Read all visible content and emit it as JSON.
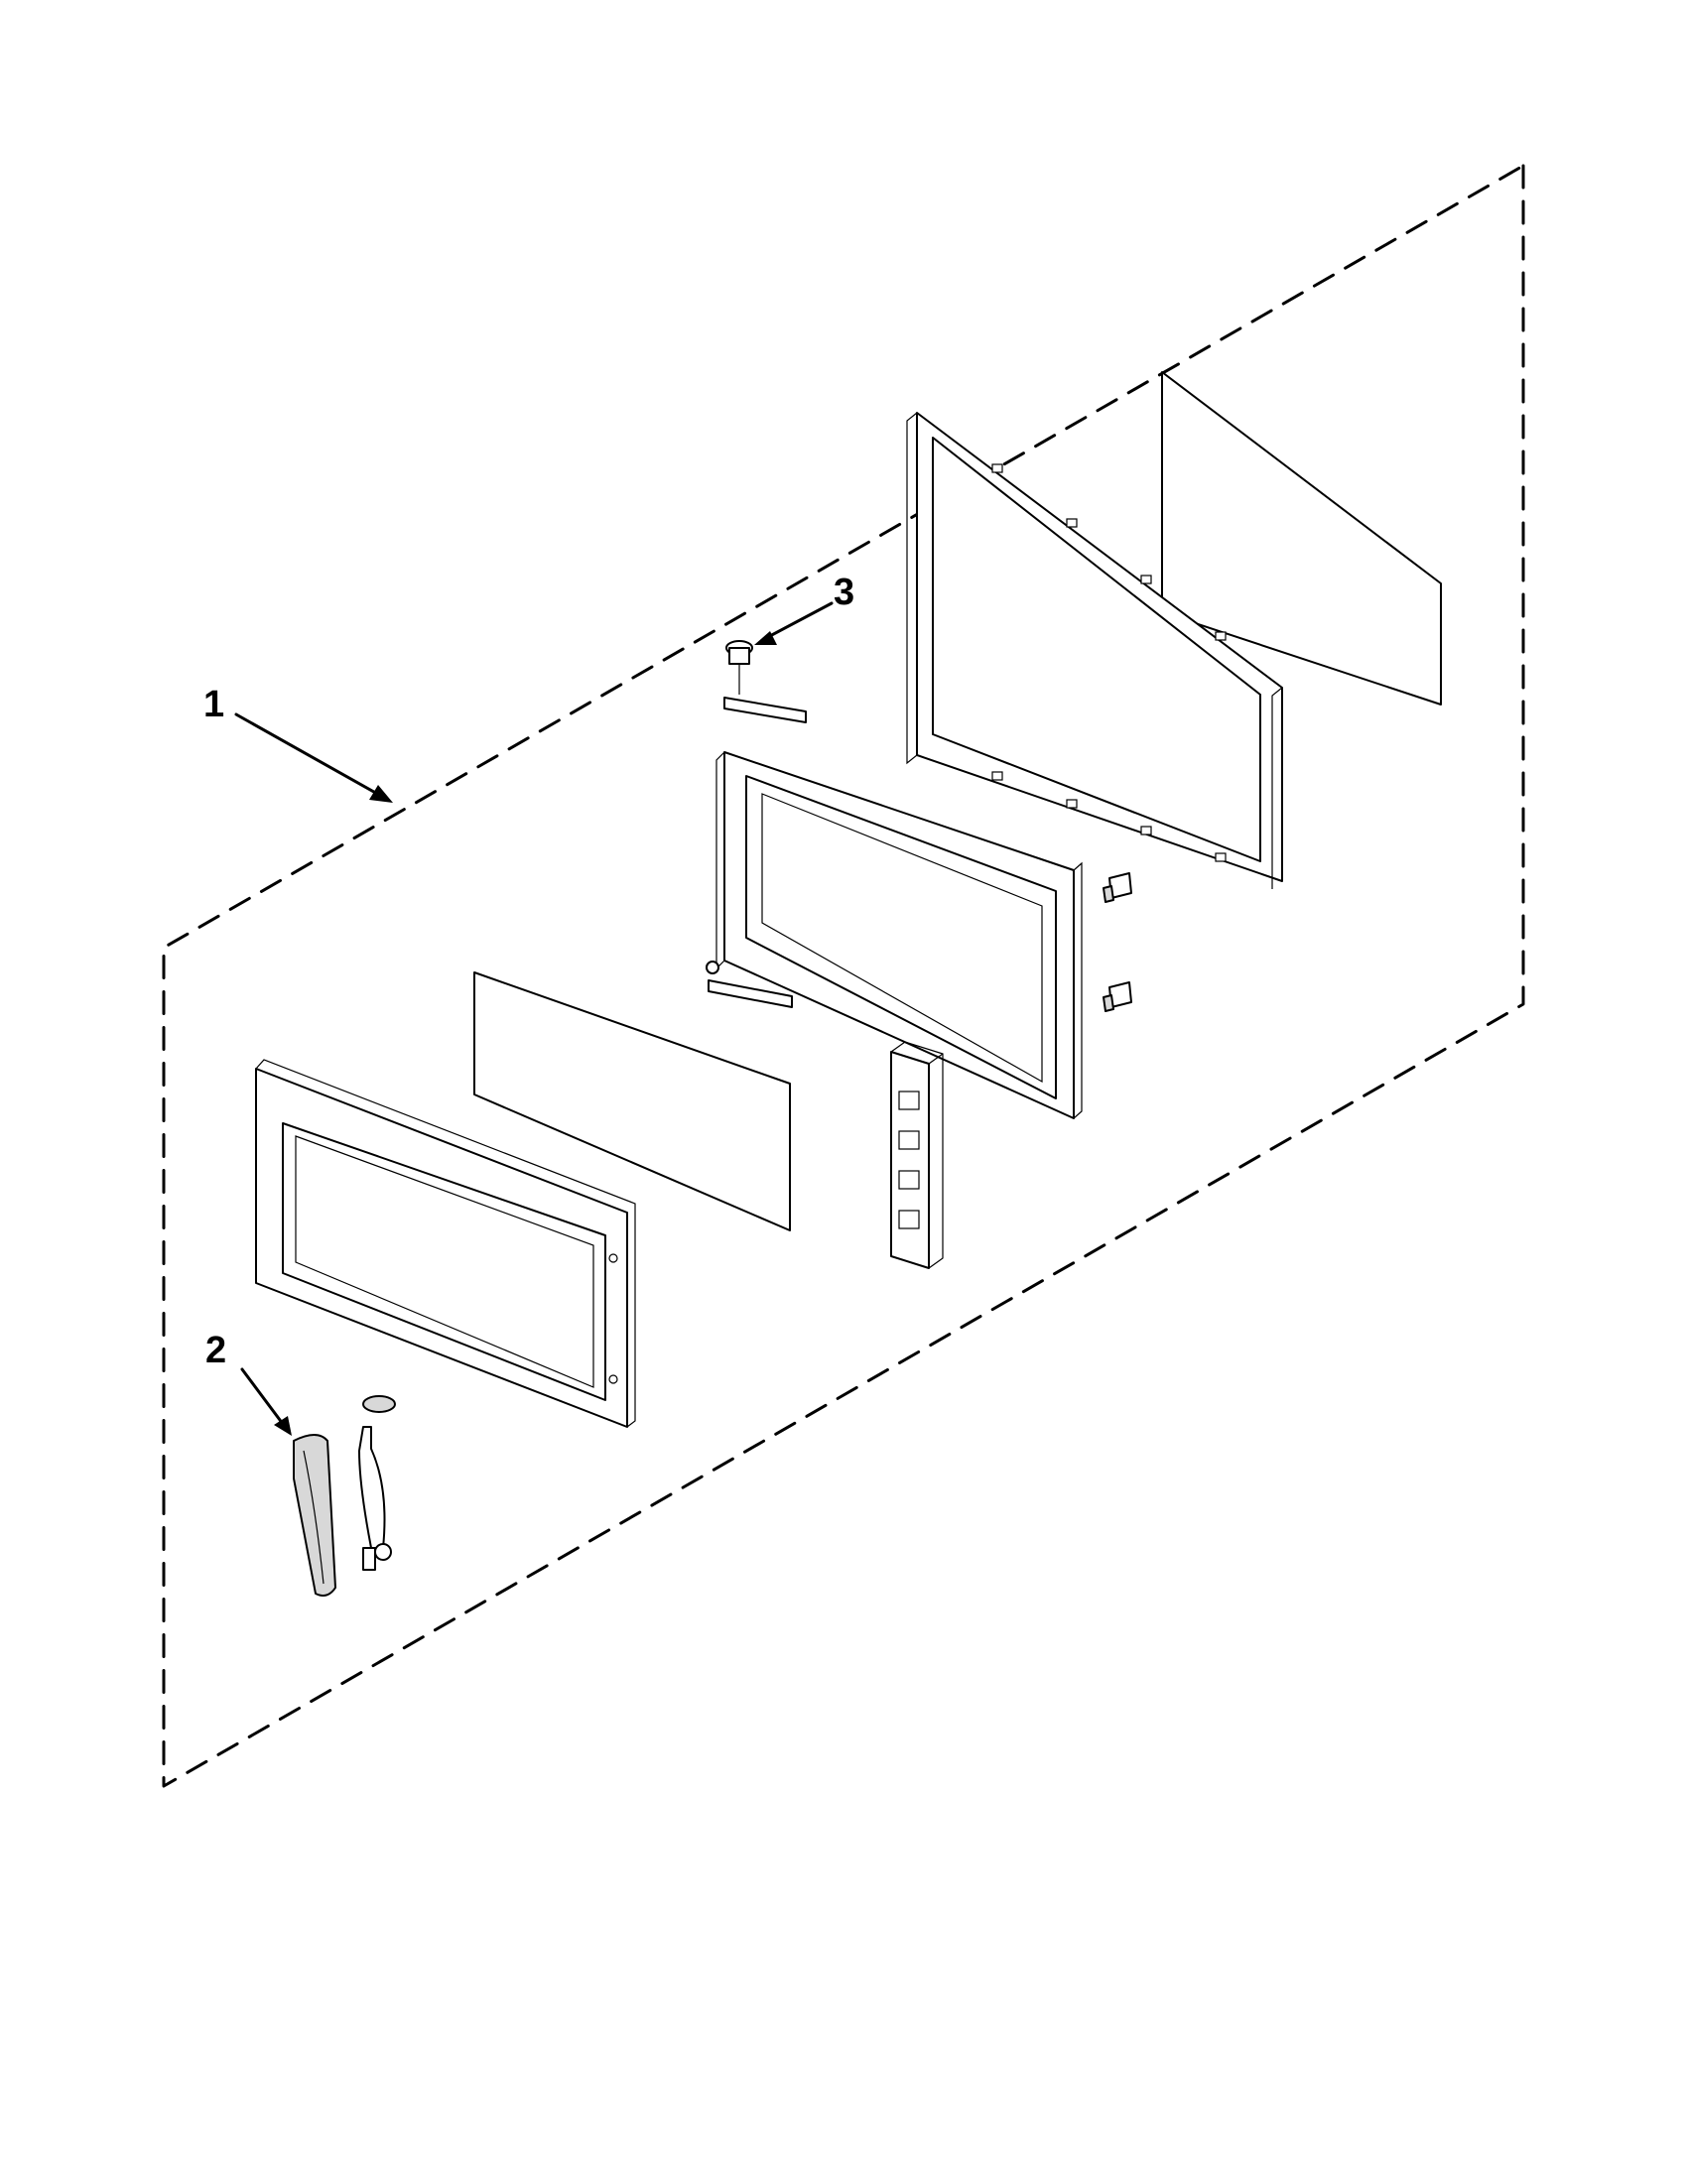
{
  "callouts": {
    "c1": "1",
    "c2": "2",
    "c3": "3"
  },
  "colors": {
    "line": "#000000",
    "part_fill": "#ffffff",
    "shade": "#d8d8d8",
    "background": "#ffffff"
  }
}
